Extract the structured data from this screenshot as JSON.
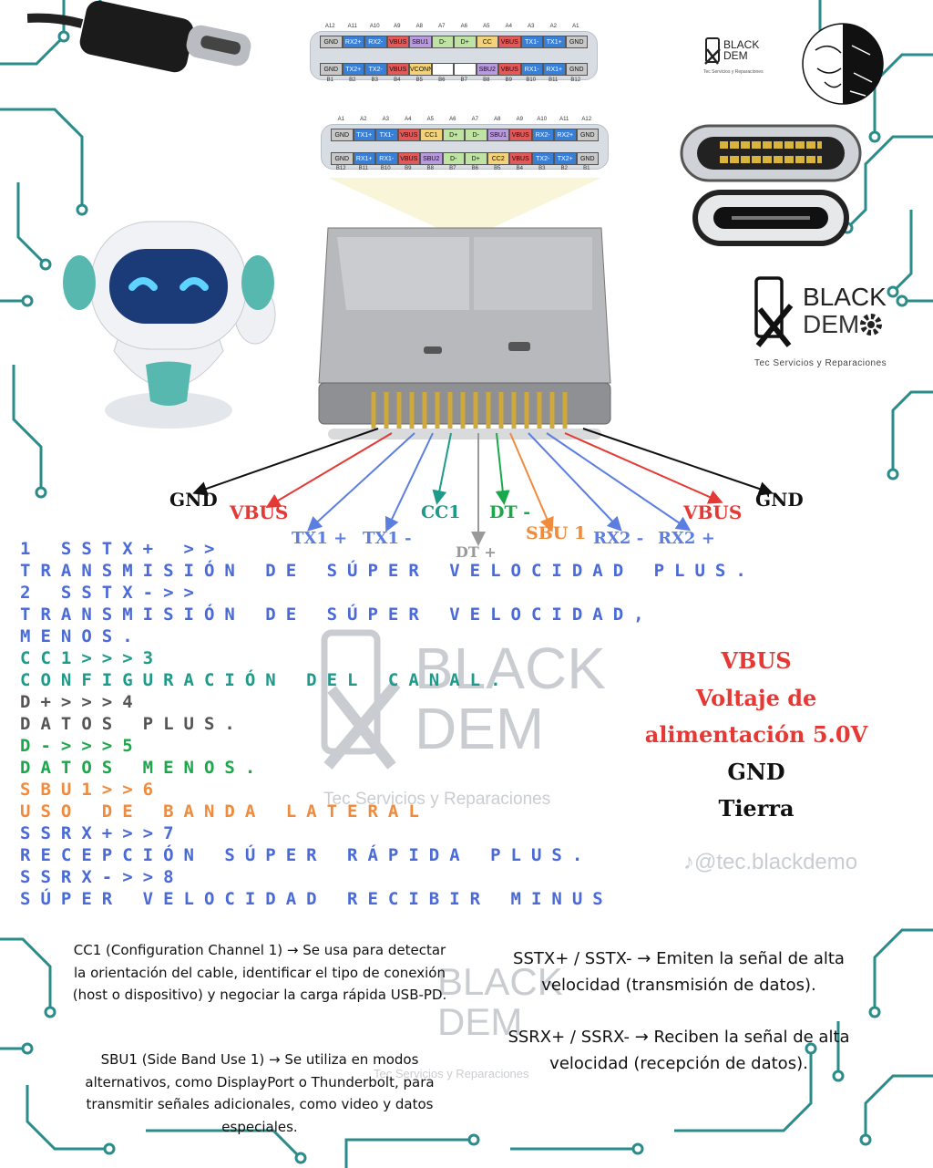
{
  "top_table": {
    "top_numbers": [
      "A12",
      "A11",
      "A10",
      "A9",
      "A8",
      "A7",
      "A6",
      "A5",
      "A4",
      "A3",
      "A2",
      "A1"
    ],
    "row1": [
      {
        "t": "GND",
        "c": "#c8c8c8"
      },
      {
        "t": "RX2+",
        "c": "#3a7fd6"
      },
      {
        "t": "RX2-",
        "c": "#3a7fd6"
      },
      {
        "t": "VBUS",
        "c": "#e05a5a"
      },
      {
        "t": "SBU1",
        "c": "#b99bdd"
      },
      {
        "t": "D-",
        "c": "#bfe3a3"
      },
      {
        "t": "D+",
        "c": "#bfe3a3"
      },
      {
        "t": "CC",
        "c": "#f2d27a"
      },
      {
        "t": "VBUS",
        "c": "#e05a5a"
      },
      {
        "t": "TX1-",
        "c": "#3a7fd6"
      },
      {
        "t": "TX1+",
        "c": "#3a7fd6"
      },
      {
        "t": "GND",
        "c": "#c8c8c8"
      }
    ],
    "row2": [
      {
        "t": "GND",
        "c": "#c8c8c8"
      },
      {
        "t": "TX2+",
        "c": "#3a7fd6"
      },
      {
        "t": "TX2-",
        "c": "#3a7fd6"
      },
      {
        "t": "VBUS",
        "c": "#e05a5a"
      },
      {
        "t": "VCONN",
        "c": "#f2d27a"
      },
      {
        "t": "",
        "c": "#ffffff"
      },
      {
        "t": "",
        "c": "#ffffff"
      },
      {
        "t": "SBU2",
        "c": "#b99bdd"
      },
      {
        "t": "VBUS",
        "c": "#e05a5a"
      },
      {
        "t": "RX1-",
        "c": "#3a7fd6"
      },
      {
        "t": "RX1+",
        "c": "#3a7fd6"
      },
      {
        "t": "GND",
        "c": "#c8c8c8"
      }
    ],
    "bottom_numbers": [
      "B1",
      "B2",
      "B3",
      "B4",
      "B5",
      "B6",
      "B7",
      "B8",
      "B9",
      "B10",
      "B11",
      "B12"
    ]
  },
  "mid_table": {
    "top_numbers": [
      "A1",
      "A2",
      "A3",
      "A4",
      "A5",
      "A6",
      "A7",
      "A8",
      "A9",
      "A10",
      "A11",
      "A12"
    ],
    "row1": [
      {
        "t": "GND",
        "c": "#c8c8c8"
      },
      {
        "t": "TX1+",
        "c": "#3a7fd6"
      },
      {
        "t": "TX1-",
        "c": "#3a7fd6"
      },
      {
        "t": "VBUS",
        "c": "#e05a5a"
      },
      {
        "t": "CC1",
        "c": "#f2d27a"
      },
      {
        "t": "D+",
        "c": "#bfe3a3"
      },
      {
        "t": "D-",
        "c": "#bfe3a3"
      },
      {
        "t": "SBU1",
        "c": "#b99bdd"
      },
      {
        "t": "VBUS",
        "c": "#e05a5a"
      },
      {
        "t": "RX2-",
        "c": "#3a7fd6"
      },
      {
        "t": "RX2+",
        "c": "#3a7fd6"
      },
      {
        "t": "GND",
        "c": "#c8c8c8"
      }
    ],
    "row2": [
      {
        "t": "GND",
        "c": "#c8c8c8"
      },
      {
        "t": "RX1+",
        "c": "#3a7fd6"
      },
      {
        "t": "RX1-",
        "c": "#3a7fd6"
      },
      {
        "t": "VBUS",
        "c": "#e05a5a"
      },
      {
        "t": "SBU2",
        "c": "#b99bdd"
      },
      {
        "t": "D-",
        "c": "#bfe3a3"
      },
      {
        "t": "D+",
        "c": "#bfe3a3"
      },
      {
        "t": "CC2",
        "c": "#f2d27a"
      },
      {
        "t": "VBUS",
        "c": "#e05a5a"
      },
      {
        "t": "TX2-",
        "c": "#3a7fd6"
      },
      {
        "t": "TX2+",
        "c": "#3a7fd6"
      },
      {
        "t": "GND",
        "c": "#c8c8c8"
      }
    ],
    "bottom_numbers": [
      "B12",
      "B11",
      "B10",
      "B9",
      "B8",
      "B7",
      "B6",
      "B5",
      "B4",
      "B3",
      "B2",
      "B1"
    ]
  },
  "logo_small": {
    "line1": "BLACK",
    "line2": "DEM",
    "sub": "Tec Servicios y Reparaciones"
  },
  "logo_large": {
    "line1": "BLACK",
    "line2": "DEM",
    "sub": "Tec Servicios y Reparaciones"
  },
  "pin_labels": {
    "gnd_left": "GND",
    "vbus_left": "VBUS",
    "tx1p": "TX1 +",
    "tx1m": "TX1 -",
    "cc1": "CC1",
    "dt_plus": "DT +",
    "dt_minus": "DT -",
    "sbu1": "SBU 1",
    "rx2m": "RX2 -",
    "rx2p": "RX2 +",
    "vbus_right": "VBUS",
    "gnd_right": "GND"
  },
  "descriptions": [
    {
      "text": "1 SSTX+ >>",
      "color": "#4a6ad8"
    },
    {
      "text": "TRANSMISIÓN DE SÚPER VELOCIDAD PLUS.",
      "color": "#4a6ad8"
    },
    {
      "text": "2 SSTX->>",
      "color": "#4a6ad8"
    },
    {
      "text": "TRANSMISIÓN DE SÚPER VELOCIDAD,",
      "color": "#4a6ad8"
    },
    {
      "text": "MENOS.",
      "color": "#4a6ad8"
    },
    {
      "text": "CC1>>>3",
      "color": "#1e9a8a"
    },
    {
      "text": "CONFIGURACIÓN DEL CANAL.",
      "color": "#1e9a8a"
    },
    {
      "text": "D+>>>4",
      "color": "#555555"
    },
    {
      "text": "DATOS PLUS.",
      "color": "#555555"
    },
    {
      "text": "D->>>5",
      "color": "#1aa84a"
    },
    {
      "text": "DATOS MENOS.",
      "color": "#1aa84a"
    },
    {
      "text": "SBU1>>6",
      "color": "#f08a3c"
    },
    {
      "text": "USO DE BANDA LATERAL",
      "color": "#f08a3c"
    },
    {
      "text": "SSRX+>>7",
      "color": "#4a6ad8"
    },
    {
      "text": "RECEPCIÓN SÚPER RÁPIDA PLUS.",
      "color": "#4a6ad8"
    },
    {
      "text": "SSRX->>8",
      "color": "#4a6ad8"
    },
    {
      "text": "SÚPER VELOCIDAD RECIBIR MINUS",
      "color": "#4a6ad8"
    }
  ],
  "legend": {
    "vbus": "VBUS",
    "vbus_desc1": "Voltaje de",
    "vbus_desc2": "alimentación 5.0V",
    "gnd": "GND",
    "gnd_desc": "Tierra"
  },
  "watermark_handle": "@tec.blackdemo",
  "notes": {
    "cc1": "CC1 (Configuration Channel 1) → Se usa para detectar la orientación del cable, identificar el tipo de conexión (host o dispositivo) y negociar la carga rápida USB-PD.",
    "sbu1": "SBU1 (Side Band Use 1) → Se utiliza en modos alternativos, como DisplayPort o Thunderbolt, para transmitir señales adicionales, como video y datos especiales.",
    "sstx": "SSTX+ / SSTX- → Emiten la señal de alta velocidad (transmisión de datos).",
    "ssrx": "SSRX+ / SSRX- → Reciben la señal de alta velocidad (recepción de datos)."
  }
}
